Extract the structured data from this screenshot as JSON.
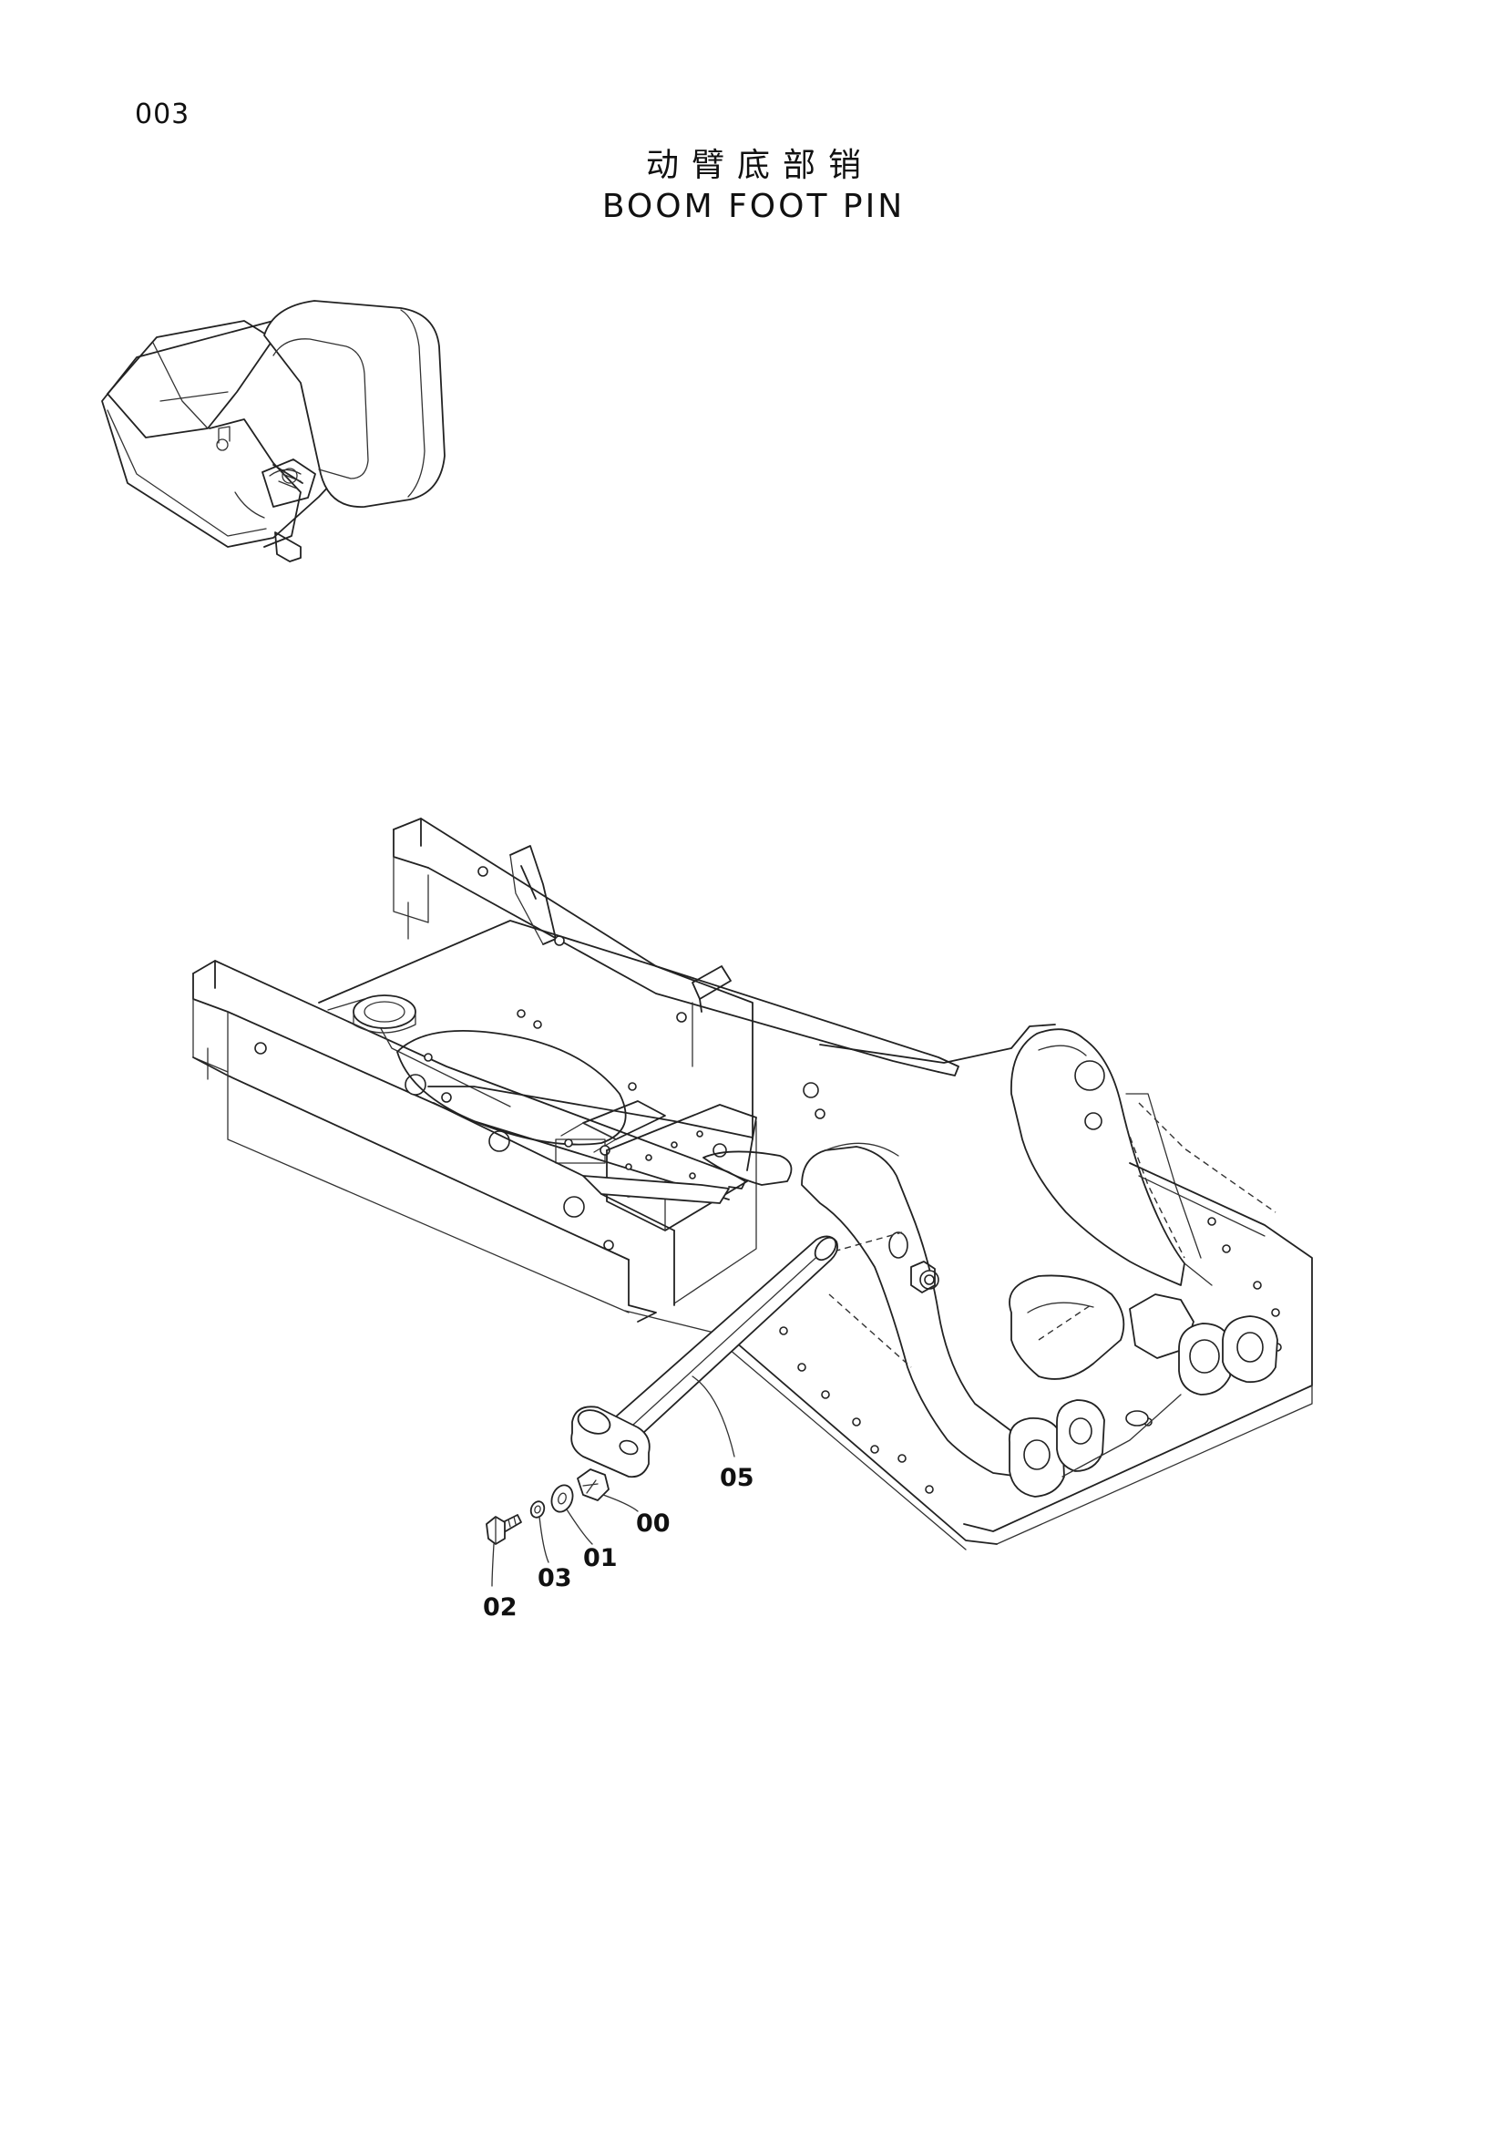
{
  "page": {
    "number": "003",
    "title_cn": "动臂底部销",
    "title_en": "BOOM FOOT PIN"
  },
  "callouts": [
    {
      "id": "callout-05",
      "label": "05"
    },
    {
      "id": "callout-00",
      "label": "00"
    },
    {
      "id": "callout-01",
      "label": "01"
    },
    {
      "id": "callout-03",
      "label": "03"
    },
    {
      "id": "callout-02",
      "label": "02"
    }
  ]
}
